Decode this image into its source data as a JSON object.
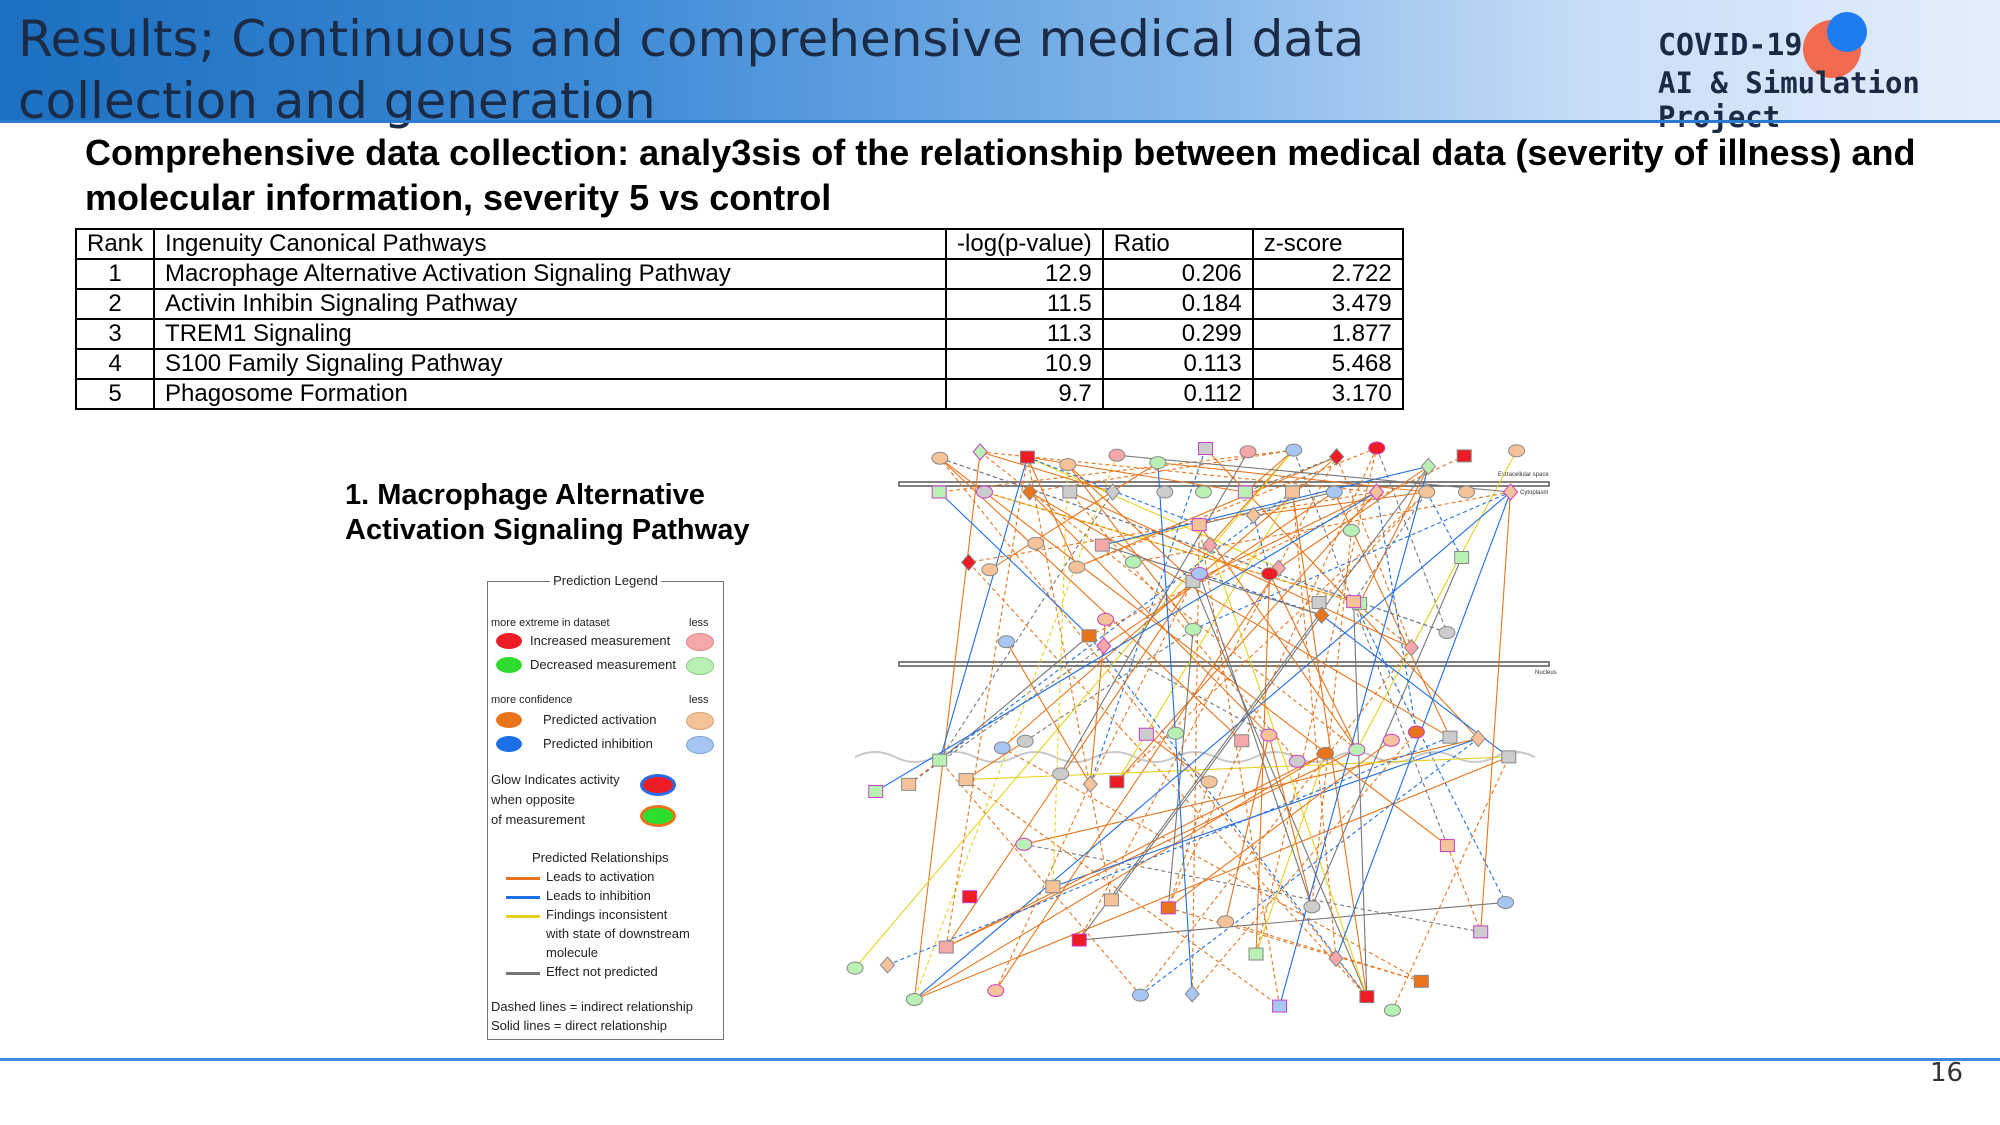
{
  "header": {
    "title": "Results; Continuous and comprehensive medical data collection and generation",
    "logo_line1": "COVID-19",
    "logo_line2": "AI & Simulation Project"
  },
  "subtitle": "Comprehensive data collection: analy3sis of the relationship between medical data (severity of illness) and molecular information, severity 5  vs  control",
  "table": {
    "headers": [
      "Rank",
      "Ingenuity Canonical Pathways",
      "-log(p-value)",
      "Ratio",
      "z-score"
    ],
    "rows": [
      {
        "rank": "1",
        "pathway": "Macrophage Alternative Activation Signaling Pathway",
        "logp": "12.9",
        "ratio": "0.206",
        "zscore": "2.722"
      },
      {
        "rank": "2",
        "pathway": "Activin Inhibin Signaling Pathway",
        "logp": "11.5",
        "ratio": "0.184",
        "zscore": "3.479"
      },
      {
        "rank": "3",
        "pathway": "TREM1 Signaling",
        "logp": "11.3",
        "ratio": "0.299",
        "zscore": "1.877"
      },
      {
        "rank": "4",
        "pathway": "S100 Family Signaling Pathway",
        "logp": "10.9",
        "ratio": "0.113",
        "zscore": "5.468"
      },
      {
        "rank": "5",
        "pathway": "Phagosome Formation",
        "logp": "9.7",
        "ratio": "0.112",
        "zscore": "3.170"
      }
    ]
  },
  "panel": {
    "line1": "1. Macrophage Alternative",
    "line2": "Activation Signaling Pathway"
  },
  "legend": {
    "title": "Prediction Legend",
    "extreme_label": "more extreme in dataset",
    "less1": "less",
    "increased": "Increased measurement",
    "decreased": "Decreased measurement",
    "confidence_label": "more confidence",
    "less2": "less",
    "pred_activation": "Predicted activation",
    "pred_inhibition": "Predicted inhibition",
    "glow1": "Glow Indicates activity",
    "glow2": "when opposite",
    "glow3": "of measurement",
    "relationships_title": "Predicted Relationships",
    "rel_activation": "Leads to activation",
    "rel_inhibition": "Leads to inhibition",
    "rel_inconsistent1": "Findings inconsistent",
    "rel_inconsistent2": "with state of downstream",
    "rel_inconsistent3": "molecule",
    "rel_not_predicted": "Effect not predicted",
    "dashed": "Dashed lines = indirect relationship",
    "solid": "Solid lines = direct relationship",
    "colors": {
      "increased": "#ee1c25",
      "increased_light": "#f6a7a9",
      "decreased": "#2ddc2d",
      "decreased_light": "#b9f0b4",
      "activation": "#e8741c",
      "activation_light": "#f5c39a",
      "inhibition": "#1d6fe8",
      "inhibition_light": "#a8c6f2",
      "not_predicted": "#777777",
      "inconsistent": "#e8d11c"
    }
  },
  "diagram": {
    "extracellular_label": "Extracellular space",
    "cytoplasm_label": "Cytoplasm",
    "nucleus_label": "Nucleus"
  },
  "page_number": "16"
}
